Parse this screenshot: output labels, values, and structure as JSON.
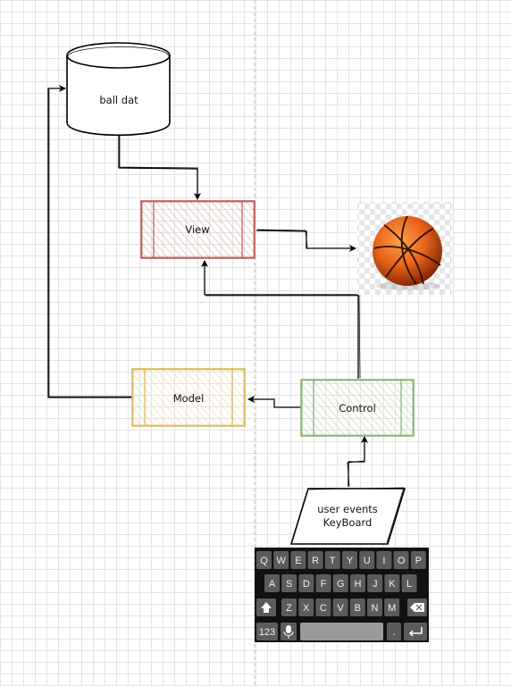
{
  "diagram": {
    "nodes": {
      "database": "ball dat",
      "view": "View",
      "model": "Model",
      "control": "Control",
      "input_line1": "user events",
      "input_line2": "KeyBoard"
    }
  },
  "keyboard": {
    "row1": [
      "Q",
      "W",
      "E",
      "R",
      "T",
      "Y",
      "U",
      "I",
      "O",
      "P"
    ],
    "row2": [
      "A",
      "S",
      "D",
      "F",
      "G",
      "H",
      "J",
      "K",
      "L"
    ],
    "row3": [
      "Z",
      "X",
      "C",
      "V",
      "B",
      "N",
      "M"
    ],
    "numbers_key": "123",
    "period_key": "."
  },
  "colors": {
    "view_stroke": "#b85450",
    "view_fill": "#f8cecc",
    "model_stroke": "#d6b656",
    "model_fill": "#fff2cc",
    "control_stroke": "#82b366",
    "control_fill": "#d5e8d4",
    "ball": "#e8641a"
  }
}
